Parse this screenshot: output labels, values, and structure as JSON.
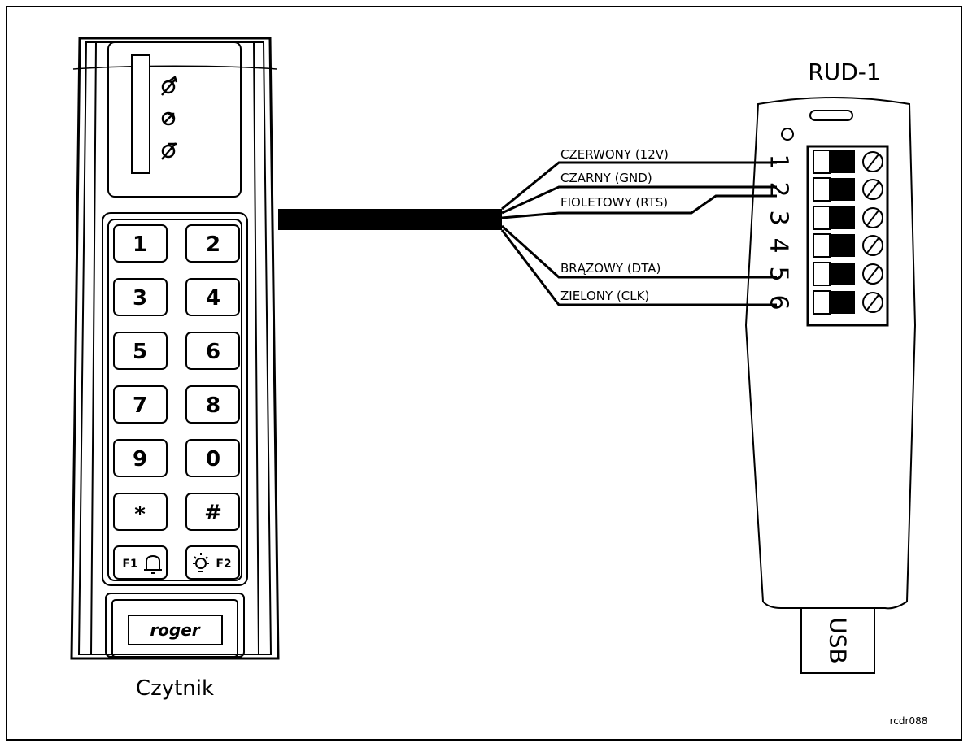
{
  "reader": {
    "caption": "Czytnik",
    "logo": "roger",
    "keys": [
      "1",
      "2",
      "3",
      "4",
      "5",
      "6",
      "7",
      "8",
      "9",
      "0",
      "*",
      "#"
    ],
    "fn_keys": [
      "F1",
      "F2"
    ]
  },
  "device": {
    "title": "RUD-1",
    "connector_label": "USB",
    "pins": [
      "1",
      "2",
      "3",
      "4",
      "5",
      "6"
    ]
  },
  "wires": [
    {
      "label": "CZERWONY (12V)",
      "pin": "1"
    },
    {
      "label": "CZARNY (GND)",
      "pin": "2"
    },
    {
      "label": "FIOLETOWY (RTS)",
      "pin": "2"
    },
    {
      "label": "BRĄZOWY (DTA)",
      "pin": "5"
    },
    {
      "label": "ZIELONY (CLK)",
      "pin": "6"
    }
  ],
  "figure_id": "rcdr088"
}
